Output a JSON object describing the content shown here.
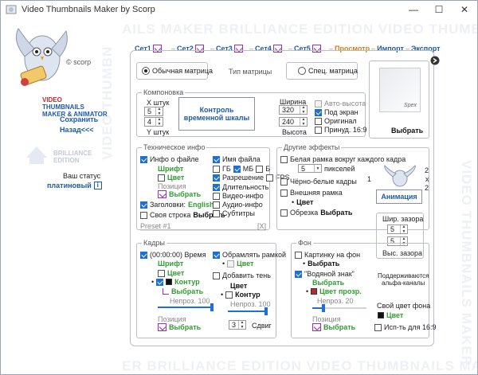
{
  "window": {
    "title": "Video Thumbnails Maker by Scorp",
    "minimize": "—",
    "maximize": "☐",
    "close": "✕"
  },
  "watermark": {
    "top": "AILS MAKER BRILLIANCE EDITION VIDEO THUMBNAILS M",
    "bottom": "ER BRILLIANCE EDITION VIDEO THUMBNAILS MAKER BRI",
    "left": "VIDEO THUMBN",
    "right": "VIDEO THUMBNAILS MAKER"
  },
  "brand": {
    "author": "© scorp",
    "line1": "VIDEO",
    "line2": "THUMBNAILS",
    "line3": "MAKER & ANIMATOR",
    "edition1": "BRILLIANCE",
    "edition2": "EDITION"
  },
  "left_nav": {
    "save": "Сохранить",
    "back": "Назад<<<",
    "status_label": "Ваш статус",
    "status_value": "платиновый",
    "status_icon": "i"
  },
  "sets": [
    "Сет1",
    "Сет2",
    "Сет3",
    "Сет4",
    "Сет5"
  ],
  "top_nav": {
    "preview": "Просмотр",
    "import": "Импорт",
    "export": "Экспорт",
    "dash": "–"
  },
  "matrix": {
    "normal": "Обычная матрица",
    "type_label": "Тип матрицы",
    "special": "Спец. матрица"
  },
  "preview_panel": {
    "select": "Выбрать",
    "thumb_text": "Spex"
  },
  "layout": {
    "title": "Компоновка",
    "x_label": "X штук",
    "x_value": "5",
    "y_value": "4",
    "y_label": "Y штук",
    "timeline_btn": "Контроль временной шкалы",
    "width_label": "Ширина",
    "width_value": "320",
    "height_value": "240",
    "height_label": "Высота",
    "auto_height": "Авто-высота",
    "fit_screen": "Под экран",
    "original": "Оригинал",
    "force_169": "Принуд. 16:9"
  },
  "tech": {
    "title": "Техническое инфо",
    "file_info": "Инфо о файле",
    "font": "Шрифт",
    "color": "Цвет",
    "position": "Позиция",
    "choose": "Выбрать",
    "headers_label": "Заголовки:",
    "headers_value": "English",
    "own_line": "Своя строка",
    "own_line_choose": "Выбрать",
    "preset": "Preset #1",
    "preset_clear": "[X]",
    "filename": "Имя файла",
    "gb": "ГБ",
    "mb": "МБ",
    "b": "Б",
    "resolution": "Разрешение",
    "fps": "FPS",
    "duration": "Длительность",
    "video_info": "Видео-инфо",
    "audio_info": "Аудио-инфо",
    "subtitles": "Субтитры"
  },
  "effects": {
    "title": "Другие эффекты",
    "white_frame": "Белая рамка вокруг каждого кадра",
    "pixels_value": "5",
    "pixels_label": "пикселей",
    "bw_frames": "Чёрно-белые кадры",
    "outer_frame": "Внешняя рамка",
    "color": "Цвет",
    "crop": "Обрезка",
    "crop_choose": "Выбрать",
    "anim_x": "2",
    "anim_mid": "x",
    "anim_y": "2",
    "anim_left": "1",
    "animation_btn": "Анимация",
    "gap_label_top": "Шир. зазора",
    "gap1": "5",
    "gap2": "5",
    "gap_label_bottom": "Выс. зазора"
  },
  "frames": {
    "title": "Кадры",
    "time_prefix": "(00:00:00) Время",
    "font": "Шрифт",
    "color": "Цвет",
    "outline": "Контур",
    "choose": "Выбрать",
    "opacity": "Непрoз. 100",
    "position": "Позиция",
    "pos_choose": "Выбрать",
    "frame_border": "Обрамлять рамкой",
    "border_color": "Цвет",
    "add_shadow": "Добавить тень",
    "shadow_color": "Цвет",
    "shadow_outline": "Контур",
    "shadow_opacity": "Непрoз. 100",
    "shift_value": "3",
    "shift_label": "Сдвиг"
  },
  "background": {
    "title": "Фон",
    "picture": "Картинку на фон",
    "picture_choose": "Выбрать",
    "watermark": "\"Водяной знак\"",
    "wm_choose": "Выбрать",
    "transparent_color": "Цвет прозр.",
    "opacity": "Непрoз. 20",
    "position": "Позиция",
    "pos_choose": "Выбрать",
    "alpha_note1": "Поддерживаются",
    "alpha_note2": "альфа-каналы",
    "own_bg_color": "Свой цвет фона",
    "bg_color": "Цвет",
    "use_169": "Исп-ть для 16:9"
  }
}
